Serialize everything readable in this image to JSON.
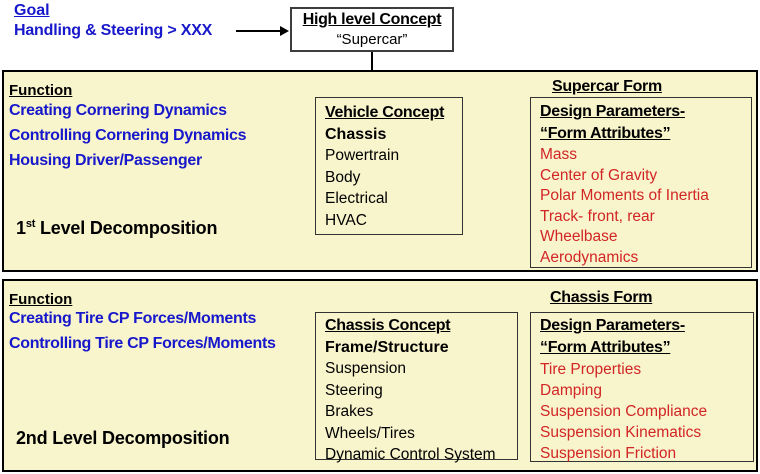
{
  "colors": {
    "panel_background": "#f8f4cc",
    "blue_text": "#1717cb",
    "red_text": "#d22525",
    "black_text": "#000000",
    "border": "#000000"
  },
  "header": {
    "goal_label": "Goal",
    "goal_text": "Handling & Steering > XXX",
    "concept_title": "High level Concept",
    "concept_value": "“Supercar”"
  },
  "panel1": {
    "function_label": "Function",
    "functions": [
      "Creating Cornering Dynamics",
      "Controlling Cornering Dynamics",
      "Housing Driver/Passenger"
    ],
    "level": {
      "num": "1",
      "sup": "st",
      "rest": " Level Decomposition"
    },
    "concept_box": {
      "title": "Vehicle Concept",
      "highlight": "Chassis",
      "items": [
        "Powertrain",
        "Body",
        "Electrical",
        "HVAC"
      ]
    },
    "form": {
      "title": "Supercar Form",
      "header_line1": "Design Parameters-",
      "header_line2": "“Form Attributes”",
      "items": [
        "Mass",
        "Center of Gravity",
        "Polar Moments of Inertia",
        "Track- front, rear",
        "Wheelbase",
        "Aerodynamics"
      ]
    }
  },
  "panel2": {
    "function_label": "Function",
    "functions": [
      "Creating Tire CP Forces/Moments",
      "Controlling Tire CP Forces/Moments"
    ],
    "level_label": "2nd Level Decomposition",
    "concept_box": {
      "title": "Chassis Concept",
      "highlight": "Frame/Structure",
      "items": [
        "Suspension",
        "Steering",
        "Brakes",
        "Wheels/Tires",
        "Dynamic Control System"
      ]
    },
    "form": {
      "title": "Chassis Form",
      "header_line1": "Design Parameters-",
      "header_line2": "“Form Attributes”",
      "items": [
        "Tire Properties",
        "Damping",
        "Suspension Compliance",
        "Suspension Kinematics",
        "Suspension Friction"
      ]
    }
  }
}
